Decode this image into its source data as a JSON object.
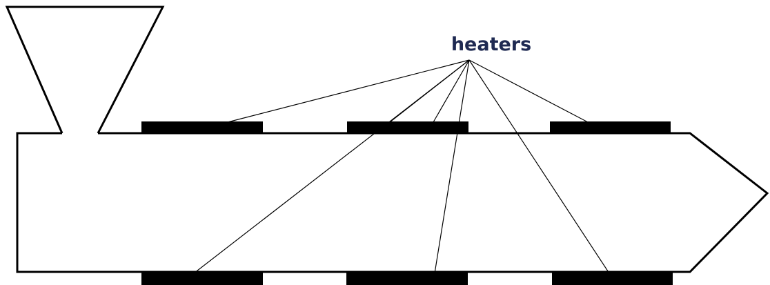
{
  "diagram": {
    "label": "heaters",
    "parts": [
      "hopper",
      "barrel",
      "nozzle"
    ],
    "heater_count": 6,
    "colors": {
      "outline": "#000000",
      "heater": "#000000",
      "label": "#1f2a52",
      "background": "#ffffff"
    }
  }
}
